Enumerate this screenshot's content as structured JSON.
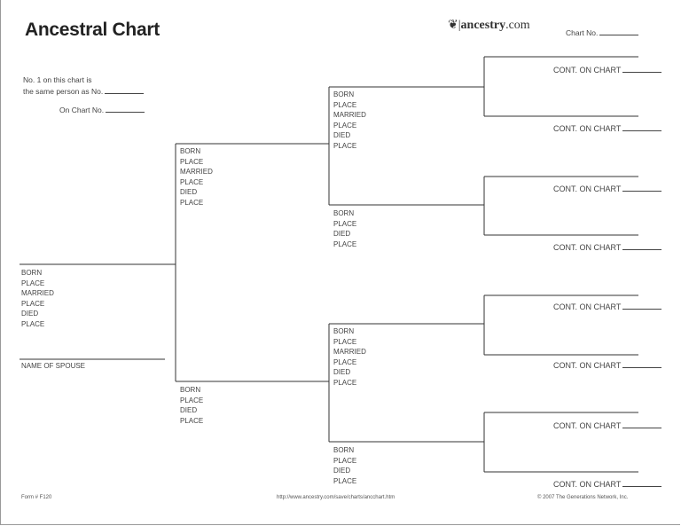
{
  "header": {
    "title": "Ancestral Chart",
    "logo_text": "ancestry",
    "logo_suffix": ".com",
    "chart_no_label": "Chart No."
  },
  "reference": {
    "line1": "No. 1 on this chart is",
    "line2": "the same person as No.",
    "on_chart_label": "On Chart No."
  },
  "person_fields_full": [
    "BORN",
    "PLACE",
    "MARRIED",
    "PLACE",
    "DIED",
    "PLACE"
  ],
  "person_fields_short": [
    "BORN",
    "PLACE",
    "DIED",
    "PLACE"
  ],
  "spouse_label": "NAME OF SPOUSE",
  "cont_label": "CONT. ON CHART",
  "footer": {
    "form": "Form # F120",
    "url": "http://www.ancestry.com/save/charts/ancchart.htm",
    "copyright": "© 2007 The Generations Network, Inc."
  }
}
